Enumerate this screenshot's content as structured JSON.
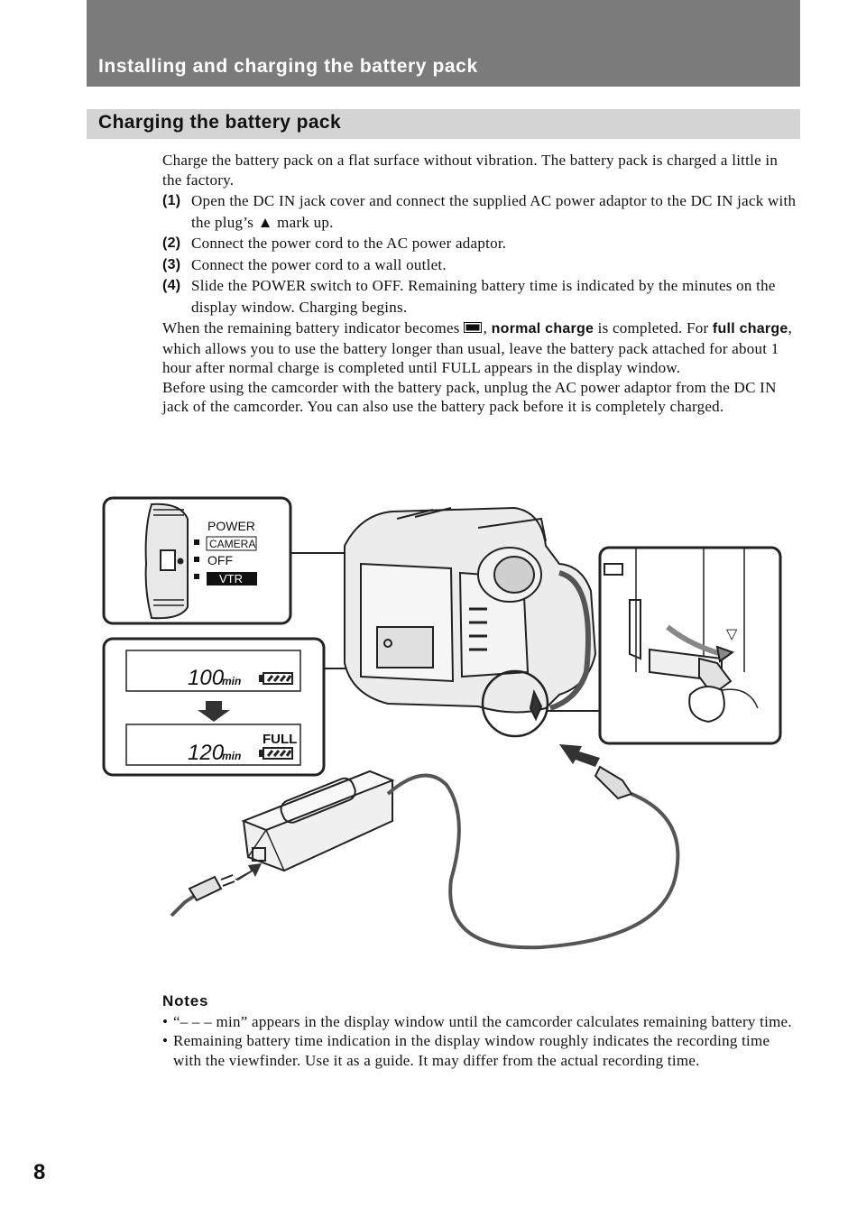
{
  "header": {
    "title": "Installing and charging the battery pack"
  },
  "section": {
    "title": "Charging the battery pack"
  },
  "intro": "Charge the battery pack on a flat surface without vibration. The battery pack is charged a little in the factory.",
  "steps": [
    {
      "num": "(1)",
      "text": "Open the DC IN jack cover and connect the supplied AC power adaptor to the DC IN jack with the plug’s ▲ mark up."
    },
    {
      "num": "(2)",
      "text": "Connect the power cord to the AC power adaptor."
    },
    {
      "num": "(3)",
      "text": "Connect the power cord to a wall outlet."
    },
    {
      "num": "(4)",
      "text": "Slide the POWER switch to OFF. Remaining battery time is indicated by the minutes on the display window. Charging begins."
    }
  ],
  "charge_paragraph": {
    "part1": "When the remaining battery indicator becomes",
    "icon": "battery-full-icon",
    "normal_charge": "normal charge",
    "part2": "is completed. For",
    "full_charge": "full charge",
    "part3": ", which allows you to use the battery longer than usual, leave the battery pack attached for about 1 hour after normal charge is completed until FULL appears in the display window."
  },
  "unplug_paragraph": "Before using the camcorder with the battery pack, unplug the AC power adaptor from the DC IN jack of the camcorder. You can also use the battery pack before it is completely charged.",
  "figure": {
    "power_label": "POWER",
    "switch_camera": "CAMERA",
    "switch_off": "OFF",
    "switch_vtr": "VTR",
    "lcd_top_value": "100",
    "lcd_top_unit": "min",
    "lcd_bottom_value": "120",
    "lcd_bottom_unit": "min",
    "lcd_full": "FULL",
    "plug_mark": "▽"
  },
  "notes": {
    "title": "Notes",
    "items": [
      "“– – – min” appears in the display window until the camcorder calculates remaining battery time.",
      "Remaining battery time indication in the display window roughly indicates the recording time with the viewfinder. Use it as a guide. It may differ from the actual recording time."
    ]
  },
  "page_number": "8"
}
